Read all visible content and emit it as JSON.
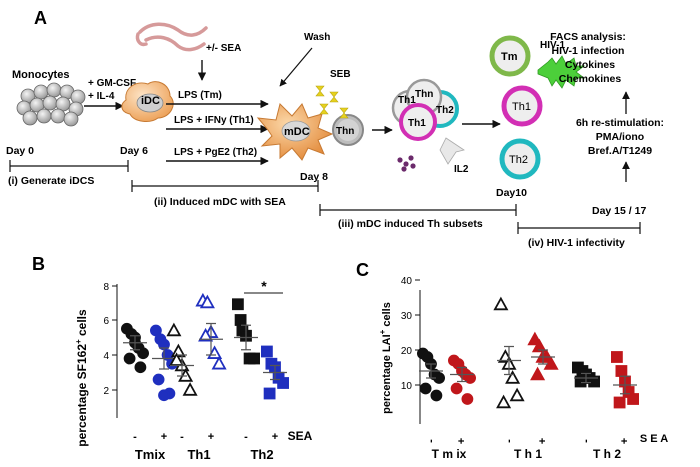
{
  "panel_a": {
    "letter": "A",
    "monocytes": "Monocytes",
    "gmcsf": "+ GM-CSF",
    "il4": "+ IL-4",
    "idc": "iDC",
    "sea_opt": "+/- SEA",
    "lps_tm": "LPS (Tm)",
    "lps_th1": "LPS + IFNy (Th1)",
    "lps_th2": "LPS + PgE2 (Th2)",
    "wash": "Wash",
    "seb": "SEB",
    "mdc": "mDC",
    "thn": "Thn",
    "th1": "Th1",
    "th2": "Th2",
    "tm": "Tm",
    "il2": "IL2",
    "hiv": "HIV-1",
    "day0": "Day 0",
    "day6": "Day 6",
    "day8": "Day 8",
    "day10": "Day10",
    "day1517": "Day 15 / 17",
    "step1": "(i) Generate iDCS",
    "step2": "(ii) Induced mDC with SEA",
    "step3": "(iii)  mDC induced Th subsets",
    "step4": "(iv)  HIV-1 infectivity",
    "facs": [
      "FACS analysis:",
      "HIV-1 infection",
      "Cytokines",
      "Chemokines"
    ],
    "restim": [
      "6h re-stimulation:",
      "PMA/iono",
      "Bref.A/T1249"
    ]
  },
  "panel_b": {
    "letter": "B",
    "ylabel_pre": "percentage SF162",
    "ylabel_sup": "+",
    "ylabel_post": " cells",
    "yticks": [
      "2",
      "4",
      "6",
      "8"
    ],
    "minus": "-",
    "plus": "+",
    "groups": [
      "Tmix",
      "Th1",
      "Th2"
    ],
    "sea": "SEA",
    "star": "*"
  },
  "panel_c": {
    "letter": "C",
    "ylabel_pre": "percentage LAI",
    "ylabel_sup": "+",
    "ylabel_post": " cells",
    "yticks": [
      "10",
      "20",
      "30",
      "40"
    ],
    "minus": "-",
    "plus": "+",
    "groups": [
      "T m ix",
      "T h 1",
      "T h 2"
    ],
    "sea": "S E A"
  },
  "colors": {
    "black": "#111111",
    "blue": "#1f2fbf",
    "red": "#c0171b",
    "th1_ring": "#d22fb4",
    "th2_ring": "#20b8bf",
    "tm_ring": "#7fb84a",
    "hiv": "#4ccf3a",
    "mdc": "#f2a24e",
    "seb": "#e6d11f",
    "il2": "#6b2a6b"
  },
  "chart_data": [
    {
      "type": "scatter",
      "panel": "B",
      "ylabel": "percentage SF162+ cells",
      "ylim": [
        0,
        8
      ],
      "categories": [
        "Tmix -",
        "Tmix +",
        "Th1 -",
        "Th1 +",
        "Th2 -",
        "Th2 +"
      ],
      "series": [
        {
          "name": "Tmix -",
          "values": [
            5.1,
            4.8,
            4.3,
            4.0,
            3.7,
            3.4,
            2.9,
            4.6
          ]
        },
        {
          "name": "Tmix +",
          "values": [
            5.0,
            4.5,
            4.2,
            3.6,
            3.1,
            2.2,
            1.4,
            1.3
          ]
        },
        {
          "name": "Th1 -",
          "values": [
            5.0,
            3.8,
            3.0,
            2.4,
            1.6,
            3.3
          ]
        },
        {
          "name": "Th1 +",
          "values": [
            6.7,
            6.6,
            4.9,
            3.7,
            3.1,
            4.7
          ]
        },
        {
          "name": "Th2 -",
          "values": [
            6.5,
            5.0,
            4.7,
            3.4,
            3.4,
            5.6
          ]
        },
        {
          "name": "Th2 +",
          "values": [
            3.8,
            3.1,
            2.9,
            2.3,
            2.0,
            1.4
          ]
        }
      ],
      "means": [
        4.3,
        3.4,
        3.0,
        4.5,
        4.6,
        2.6
      ],
      "sem": [
        0.4,
        0.6,
        0.6,
        0.9,
        0.7,
        0.4
      ],
      "significance": "*"
    },
    {
      "type": "scatter",
      "panel": "C",
      "ylabel": "percentage LAI+ cells",
      "ylim": [
        0,
        40
      ],
      "categories": [
        "Tmix -",
        "Tmix +",
        "Th1 -",
        "Th1 +",
        "Th2 -",
        "Th2 +"
      ],
      "series": [
        {
          "name": "Tmix -",
          "values": [
            19,
            18,
            16,
            13,
            12,
            9,
            7
          ]
        },
        {
          "name": "Tmix +",
          "values": [
            17,
            16,
            14,
            13,
            12,
            9,
            6
          ]
        },
        {
          "name": "Th1 -",
          "values": [
            33,
            18,
            16,
            12,
            7,
            5
          ]
        },
        {
          "name": "Th1 +",
          "values": [
            23,
            21,
            18,
            18,
            16,
            13
          ]
        },
        {
          "name": "Th2 -",
          "values": [
            15,
            14,
            13,
            12,
            11,
            11
          ]
        },
        {
          "name": "Th2 +",
          "values": [
            18,
            14,
            11,
            8,
            6,
            5
          ]
        }
      ],
      "means": [
        14,
        13,
        17,
        18,
        12,
        10
      ],
      "sem": [
        2,
        2,
        4,
        2,
        1.3,
        2.5
      ]
    }
  ]
}
